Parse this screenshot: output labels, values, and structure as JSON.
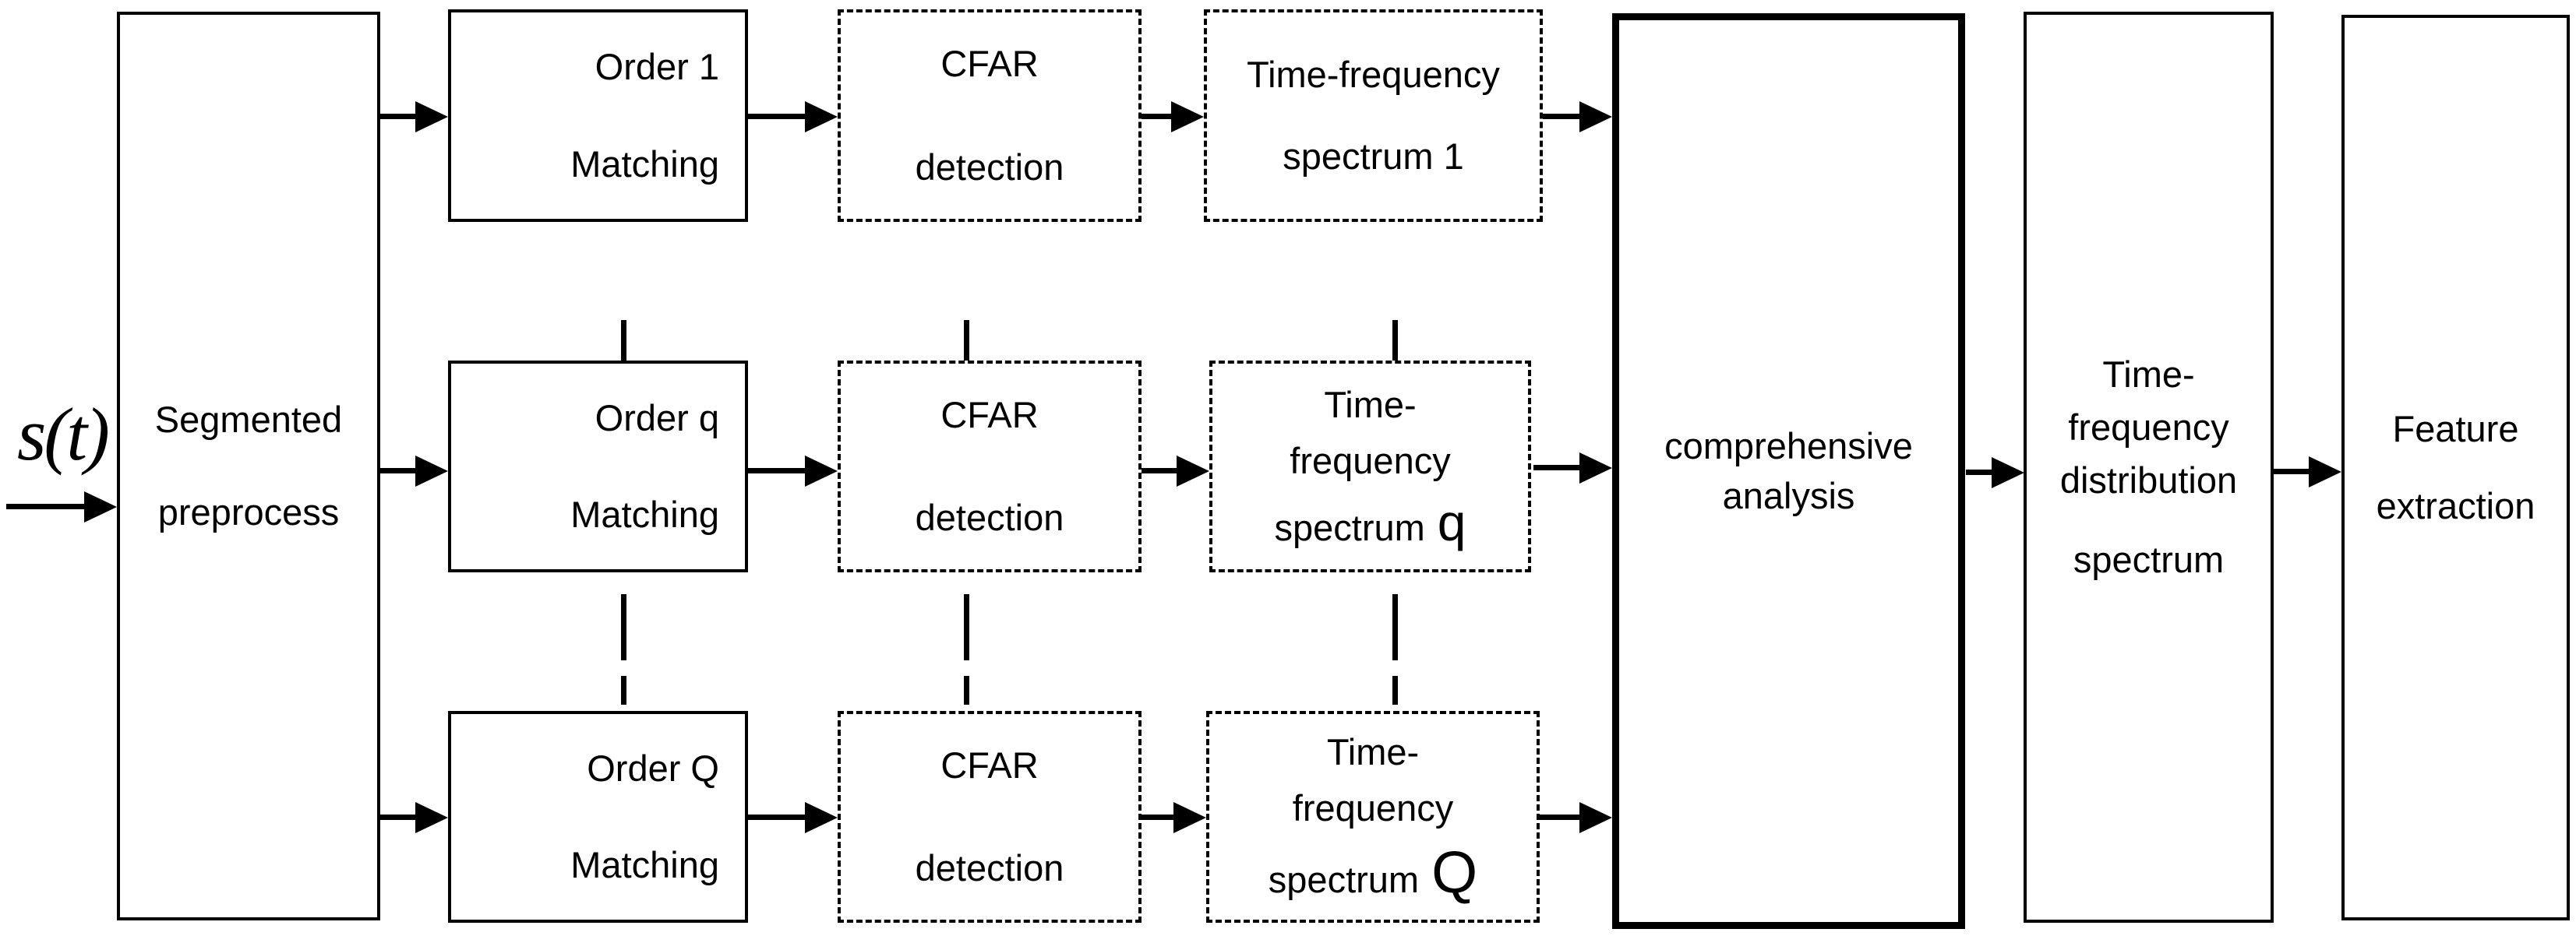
{
  "input_signal_label": "s(t)",
  "boxes": {
    "segmented_preprocess": {
      "lines": [
        "Segmented",
        "preprocess"
      ]
    },
    "order_1_matching": {
      "lines": [
        "Order 1",
        "Matching"
      ]
    },
    "cfar_detection_1": {
      "lines": [
        "CFAR",
        "detection"
      ]
    },
    "time_frequency_spectrum_1": {
      "lines": [
        "Time-frequency",
        "spectrum 1"
      ]
    },
    "order_q_matching": {
      "lines": [
        "Order q",
        "Matching"
      ]
    },
    "cfar_detection_q": {
      "lines": [
        "CFAR",
        "detection"
      ]
    },
    "time_frequency_spectrum_q": {
      "lines": [
        "Time-",
        "frequency"
      ],
      "last_line_prefix": "spectrum",
      "order_letter": "q"
    },
    "order_Q_matching": {
      "lines": [
        "Order Q",
        "Matching"
      ]
    },
    "cfar_detection_Q": {
      "lines": [
        "CFAR",
        "detection"
      ]
    },
    "time_frequency_spectrum_Q": {
      "lines": [
        "Time-",
        "frequency"
      ],
      "last_line_prefix": "spectrum",
      "order_letter": "Q"
    },
    "comprehensive_analysis": {
      "lines": [
        "comprehensive",
        "analysis"
      ]
    },
    "time_frequency_distribution_spectrum": {
      "lines": [
        "Time-",
        "frequency",
        "distribution",
        "spectrum"
      ]
    },
    "feature_extraction": {
      "lines": [
        "Feature",
        "extraction"
      ]
    }
  },
  "colors": {
    "ink": "#000000",
    "background": "#ffffff",
    "box_fill": "#ffffff"
  }
}
